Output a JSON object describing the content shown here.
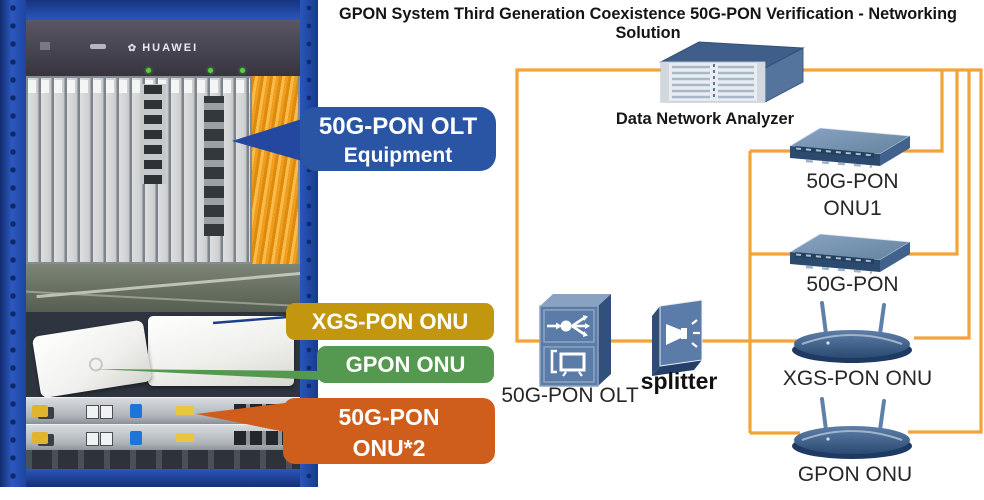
{
  "title": "GPON System Third Generation Coexistence 50G-PON Verification - Networking Solution",
  "photo": {
    "brand": "HUAWEI",
    "callouts": {
      "olt": {
        "line1": "50G-PON OLT",
        "line2": "Equipment"
      },
      "xgs": {
        "label": "XGS-PON ONU"
      },
      "gpon": {
        "label": "GPON ONU"
      },
      "onu2": {
        "line1": "50G-PON",
        "line2": "ONU*2"
      }
    }
  },
  "diagram": {
    "nodes": {
      "analyzer": "Data Network Analyzer",
      "olt": "50G-PON OLT",
      "splitter": "splitter",
      "onu1_line1": "50G-PON",
      "onu1_line2": "ONU1",
      "pon50": "50G-PON",
      "xgs": "XGS-PON ONU",
      "gpon": "GPON ONU"
    },
    "colors": {
      "line": "#F3A33A",
      "callout_blue": "#2A55A4",
      "callout_gold": "#C2970F",
      "callout_green": "#55984F",
      "callout_orange": "#CF5E1D"
    }
  }
}
